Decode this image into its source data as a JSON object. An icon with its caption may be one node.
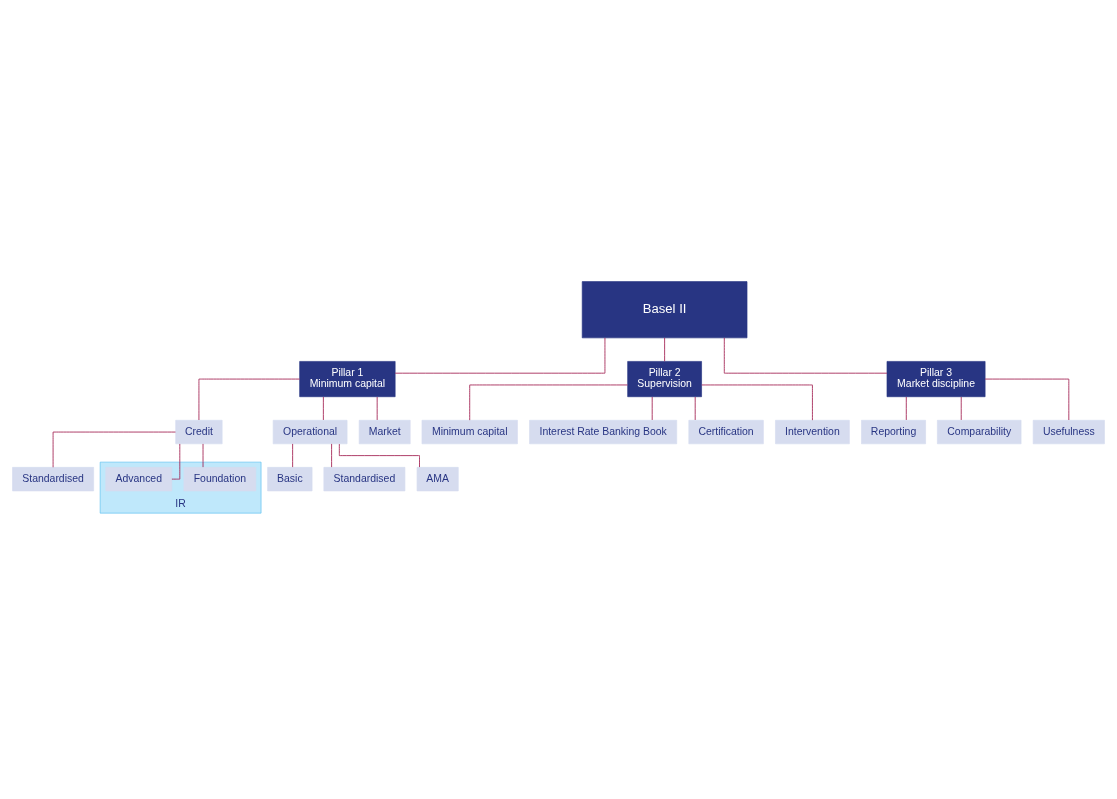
{
  "diagram": {
    "nodes": [
      {
        "text": [
          "Basel II"
        ]
      },
      {
        "text": [
          "Pillar 1",
          "Minimum capital"
        ]
      },
      {
        "text": [
          "Pillar 2",
          "Supervision"
        ]
      },
      {
        "text": [
          "Pillar 3",
          "Market discipline"
        ]
      },
      {
        "text": [
          "Credit"
        ]
      },
      {
        "text": [
          "Operational"
        ]
      },
      {
        "text": [
          "Market"
        ]
      },
      {
        "text": [
          "Standardised"
        ]
      },
      {
        "text": [
          "IR"
        ]
      },
      {
        "text": [
          "Foundation"
        ],
        "in": 8
      },
      {
        "text": [
          "Advanced"
        ],
        "in": 8
      },
      {
        "text": [
          "Basic"
        ]
      },
      {
        "text": [
          "Standardised"
        ]
      },
      {
        "text": [
          "AMA"
        ]
      },
      {
        "text": [
          "Minimum capital"
        ]
      },
      {
        "text": [
          "Interest Rate Banking Book"
        ]
      },
      {
        "text": [
          "Certification"
        ]
      },
      {
        "text": [
          "Intervention"
        ]
      },
      {
        "text": [
          "Reporting"
        ]
      },
      {
        "text": [
          "Comparability"
        ]
      },
      {
        "text": [
          "Usefulness"
        ]
      }
    ],
    "edges": [
      {
        "from": 0,
        "to": 1,
        "arrow": "none"
      },
      {
        "from": 0,
        "to": 2,
        "arrow": "none"
      },
      {
        "from": 0,
        "to": 3,
        "arrow": "none"
      },
      {
        "from": 1,
        "to": 4,
        "arrow": "none"
      },
      {
        "from": 1,
        "to": 5,
        "arrow": "none"
      },
      {
        "from": 1,
        "to": 6,
        "arrow": "none"
      },
      {
        "from": 4,
        "to": 7,
        "arrow": "none"
      },
      {
        "from": 4,
        "to": 9,
        "arrow": "none"
      },
      {
        "from": 4,
        "to": 10,
        "arrow": "none"
      },
      {
        "from": 5,
        "to": 11,
        "arrow": "none"
      },
      {
        "from": 5,
        "to": 12,
        "arrow": "none"
      },
      {
        "from": 5,
        "to": 13,
        "arrow": "none"
      },
      {
        "from": 2,
        "to": 14,
        "arrow": "none"
      },
      {
        "from": 2,
        "to": 15,
        "arrow": "none"
      },
      {
        "from": 2,
        "to": 16,
        "arrow": "none"
      },
      {
        "from": 2,
        "to": 17,
        "arrow": "none"
      },
      {
        "from": 3,
        "to": 18,
        "arrow": "none"
      },
      {
        "from": 3,
        "to": 19,
        "arrow": "none"
      },
      {
        "from": 3,
        "to": 20,
        "arrow": "none"
      }
    ]
  }
}
